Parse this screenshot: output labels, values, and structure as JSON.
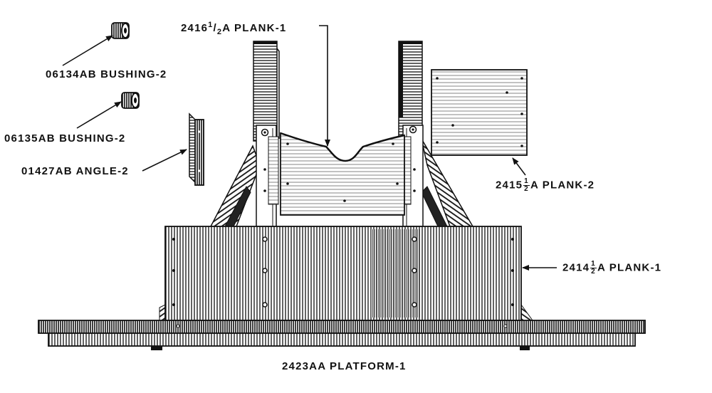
{
  "labels": {
    "bushing_a": "06134AB BUSHING-2",
    "bushing_b": "06135AB BUSHING-2",
    "angle": "01427AB ANGLE-2",
    "plank_top": {
      "pre": "2416",
      "num": "1",
      "den": "2",
      "post": "A PLANK-1"
    },
    "plank_side": {
      "pre": "2415",
      "num": "1",
      "den": "2",
      "post": "A PLANK-2"
    },
    "plank_front": {
      "pre": "2414",
      "num": "1",
      "den": "2",
      "post": "A PLANK-1"
    },
    "platform": "2423AA PLATFORM-1"
  },
  "colors": {
    "ink": "#111111",
    "paper": "#ffffff",
    "shade": "#555555"
  }
}
